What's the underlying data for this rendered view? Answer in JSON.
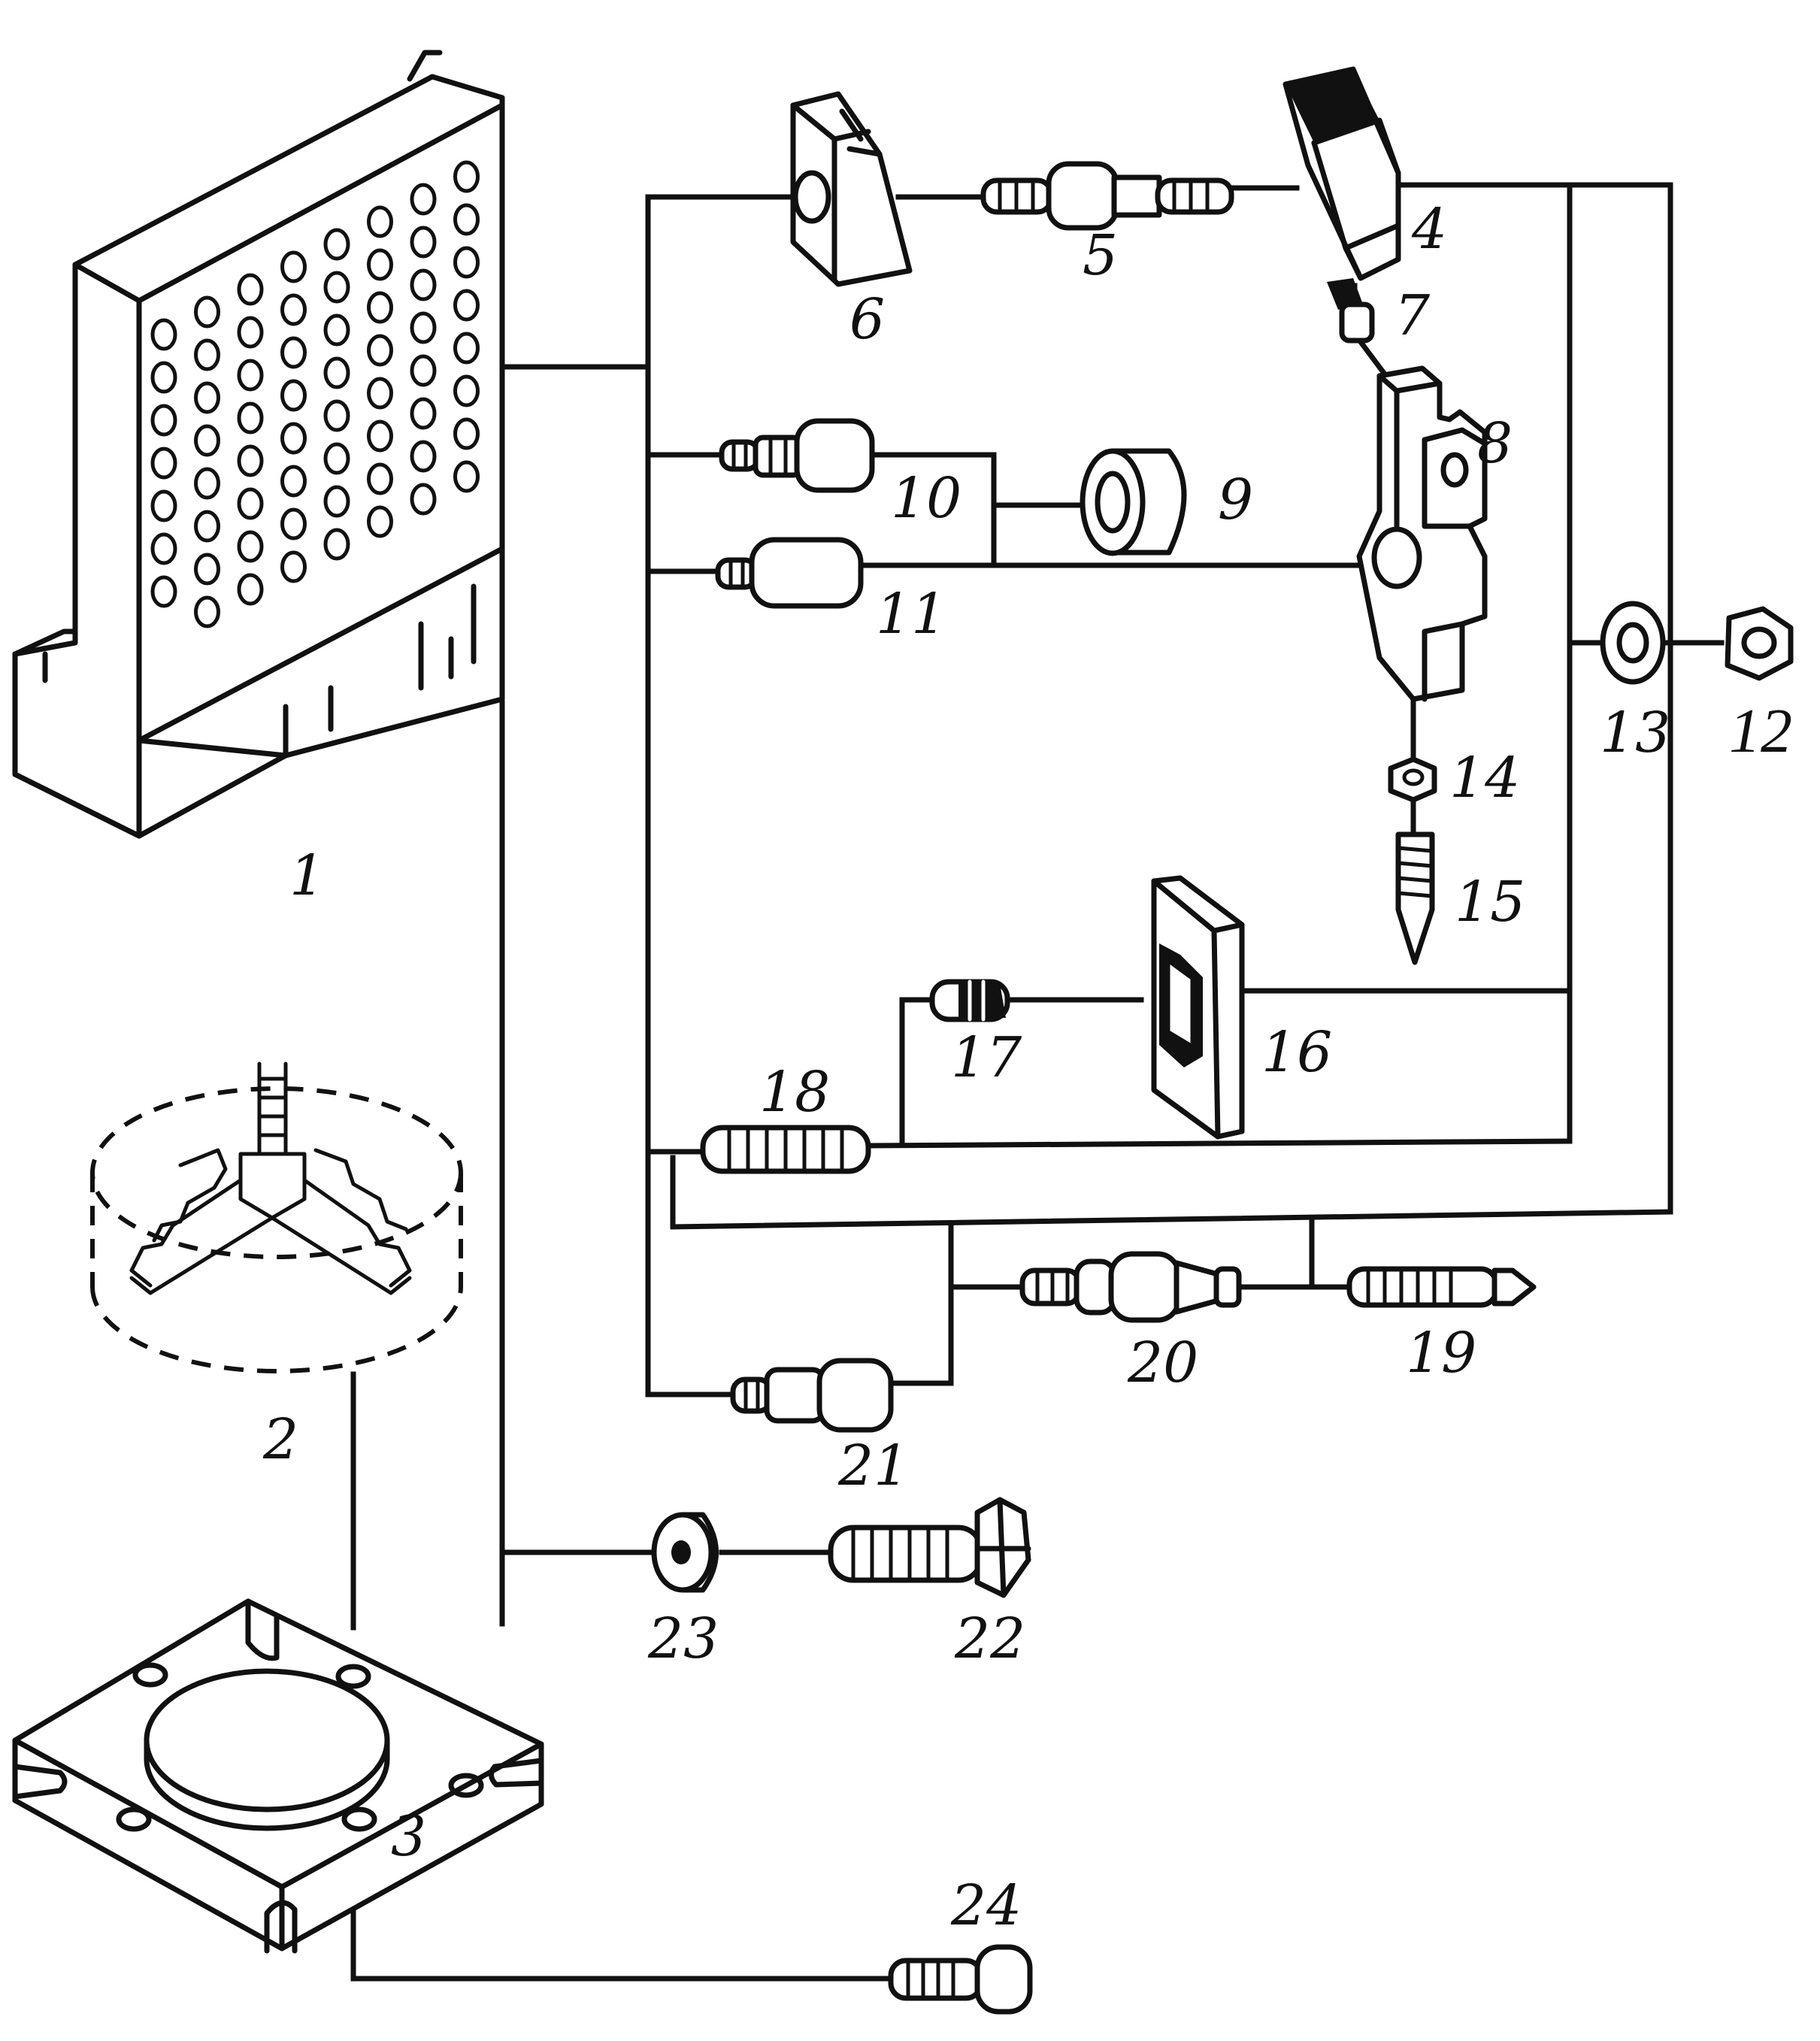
{
  "diagram": {
    "ink_color": "#111111",
    "background": "#ffffff",
    "part_labels": {
      "p1": "1",
      "p2": "2",
      "p3": "3",
      "p4": "4",
      "p5": "5",
      "p6": "6",
      "p7": "7",
      "p8": "8",
      "p9": "9",
      "p10": "10",
      "p11": "11",
      "p12": "12",
      "p13": "13",
      "p14": "14",
      "p15": "15",
      "p16": "16",
      "p17": "17",
      "p18": "18",
      "p19": "19",
      "p20": "20",
      "p21": "21",
      "p22": "22",
      "p23": "23",
      "p24": "24"
    }
  }
}
